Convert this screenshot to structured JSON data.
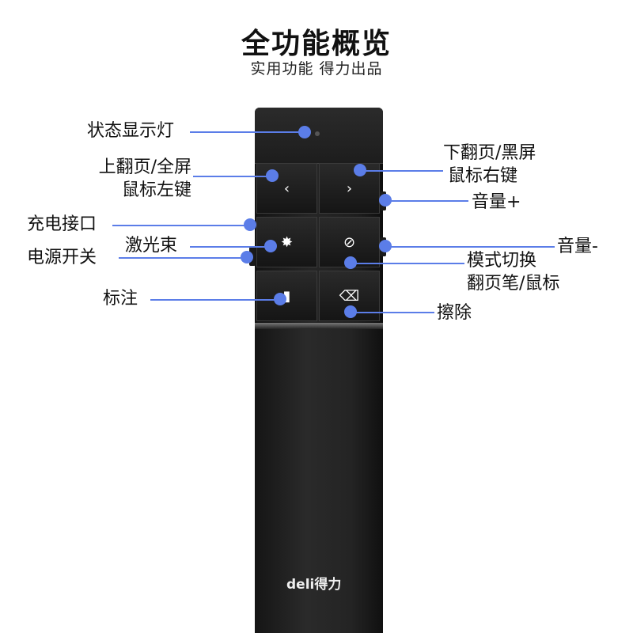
{
  "header": {
    "title": "全功能概览",
    "subtitle": "实用功能 得力出品"
  },
  "device": {
    "keys": {
      "prev": "‹",
      "next": "›",
      "laser": "✸",
      "mode": "⊘",
      "annotate": "▮",
      "erase": "⌫"
    },
    "logo": "deli得力"
  },
  "annotations": {
    "status_led": "状态显示灯",
    "prev_line1": "上翻页/全屏",
    "prev_line2": "鼠标左键",
    "charge_port": "充电接口",
    "laser": "激光束",
    "power_switch": "电源开关",
    "annotate": "标注",
    "next_line1": "下翻页/黑屏",
    "next_line2": "鼠标右键",
    "volume_up": "音量+",
    "volume_down": "音量-",
    "mode_line1": "模式切换",
    "mode_line2": "翻页笔/鼠标",
    "erase": "擦除"
  },
  "colors": {
    "accent": "#5b7de8",
    "device": "#1f1f1f"
  }
}
